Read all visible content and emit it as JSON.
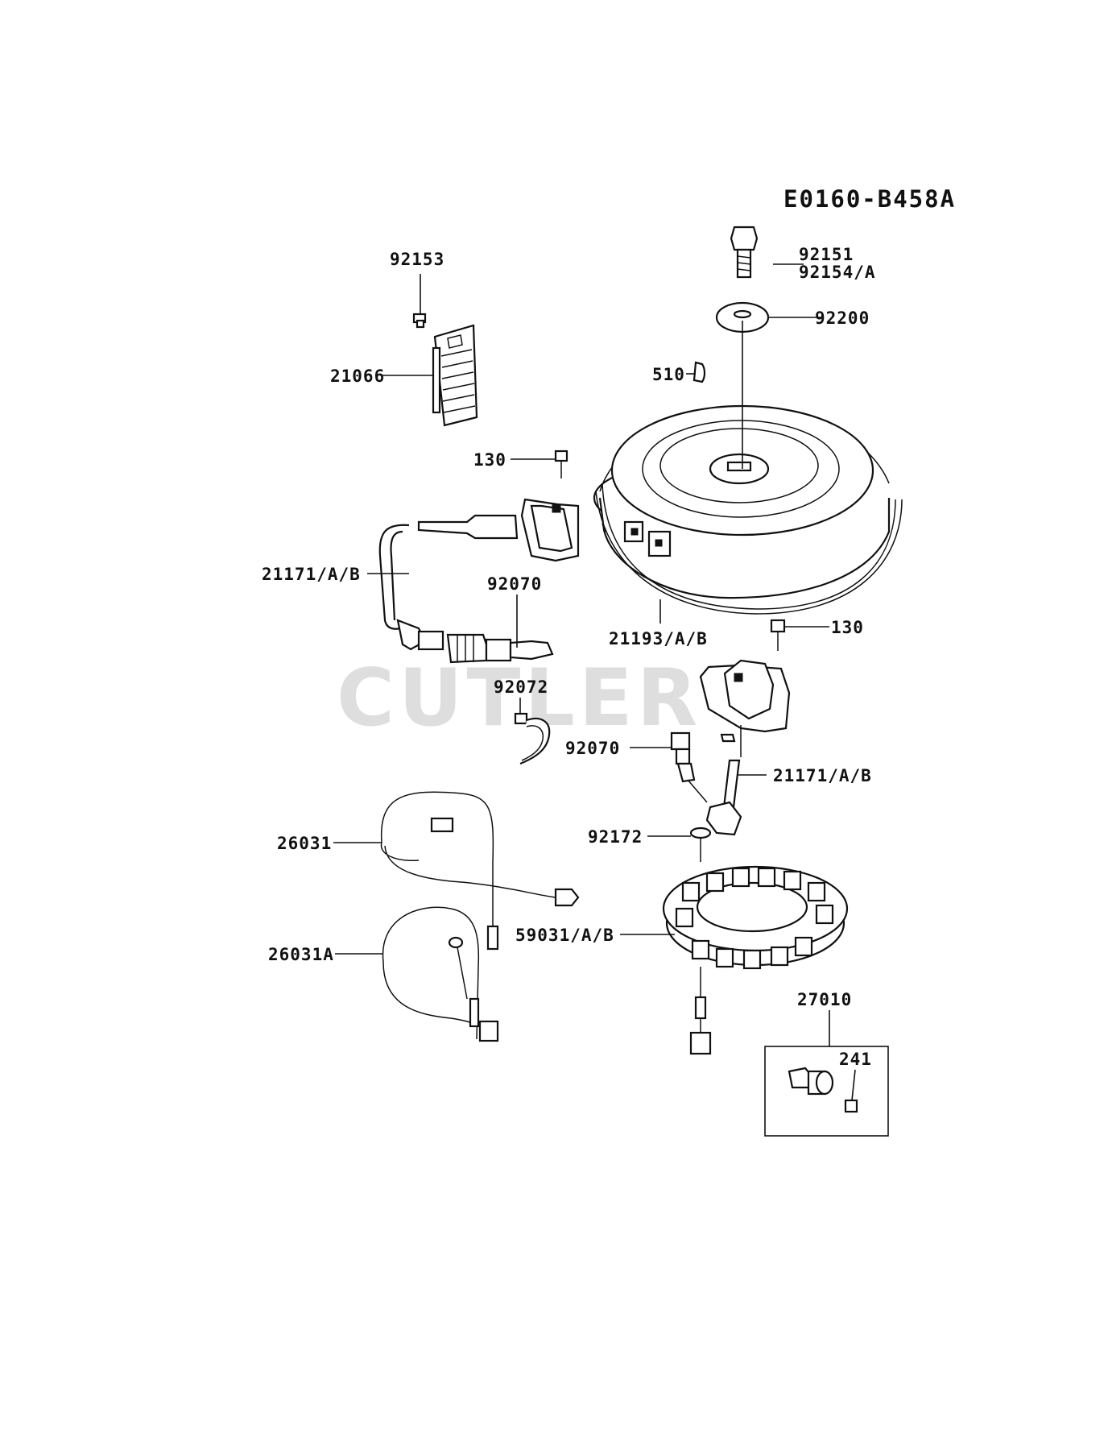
{
  "diagram": {
    "code": "E0160-B458A",
    "watermark": "CUTLER'S",
    "labels": {
      "p92153": "92153",
      "p21066": "21066",
      "p130a": "130",
      "p21171a": "21171/A/B",
      "p92070a": "92070",
      "p92072": "92072",
      "p92070b": "92070",
      "p26031": "26031",
      "p26031A": "26031A",
      "p92151": "92151",
      "p92154": "92154/A",
      "p92200": "92200",
      "p510": "510",
      "p21193": "21193/A/B",
      "p130b": "130",
      "p21171b": "21171/A/B",
      "p92172": "92172",
      "p59031": "59031/A/B",
      "p27010": "27010",
      "p241": "241"
    }
  }
}
